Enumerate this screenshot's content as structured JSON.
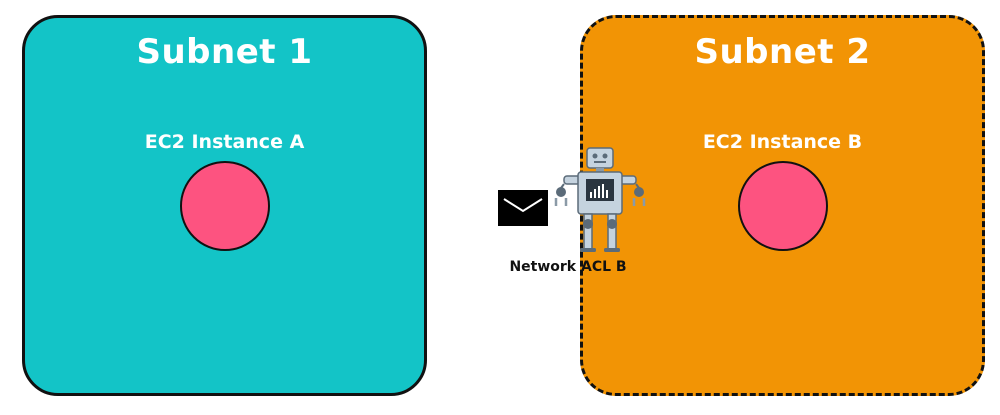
{
  "subnets": [
    {
      "title": "Subnet 1",
      "fill": "#13c4c7",
      "border_style": "solid",
      "instance": {
        "label": "EC2 Instance A",
        "color": "#fd5380"
      }
    },
    {
      "title": "Subnet 2",
      "fill": "#f29405",
      "border_style": "dashed",
      "instance": {
        "label": "EC2 Instance B",
        "color": "#fd5380"
      }
    }
  ],
  "packet": {
    "icon": "envelope-icon"
  },
  "acl": {
    "label": "Network ACL B",
    "icon": "robot-icon"
  }
}
